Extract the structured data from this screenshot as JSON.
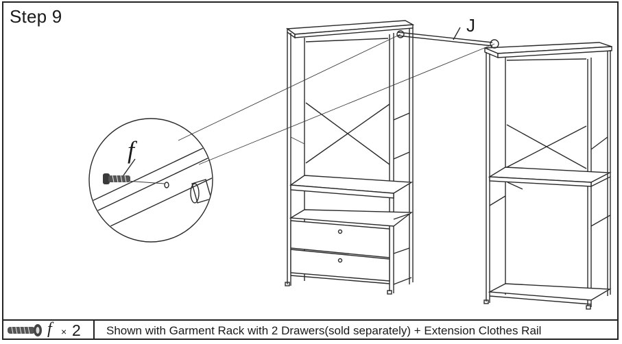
{
  "step": {
    "title": "Step 9"
  },
  "callouts": {
    "rail_label": "J",
    "screw_label": "f"
  },
  "footer": {
    "part_letter": "f",
    "part_times": "×",
    "part_qty": "2",
    "caption": "Shown with Garment Rack with 2 Drawers(sold separately) + Extension Clothes Rail"
  },
  "icons": [
    "screw-icon"
  ]
}
